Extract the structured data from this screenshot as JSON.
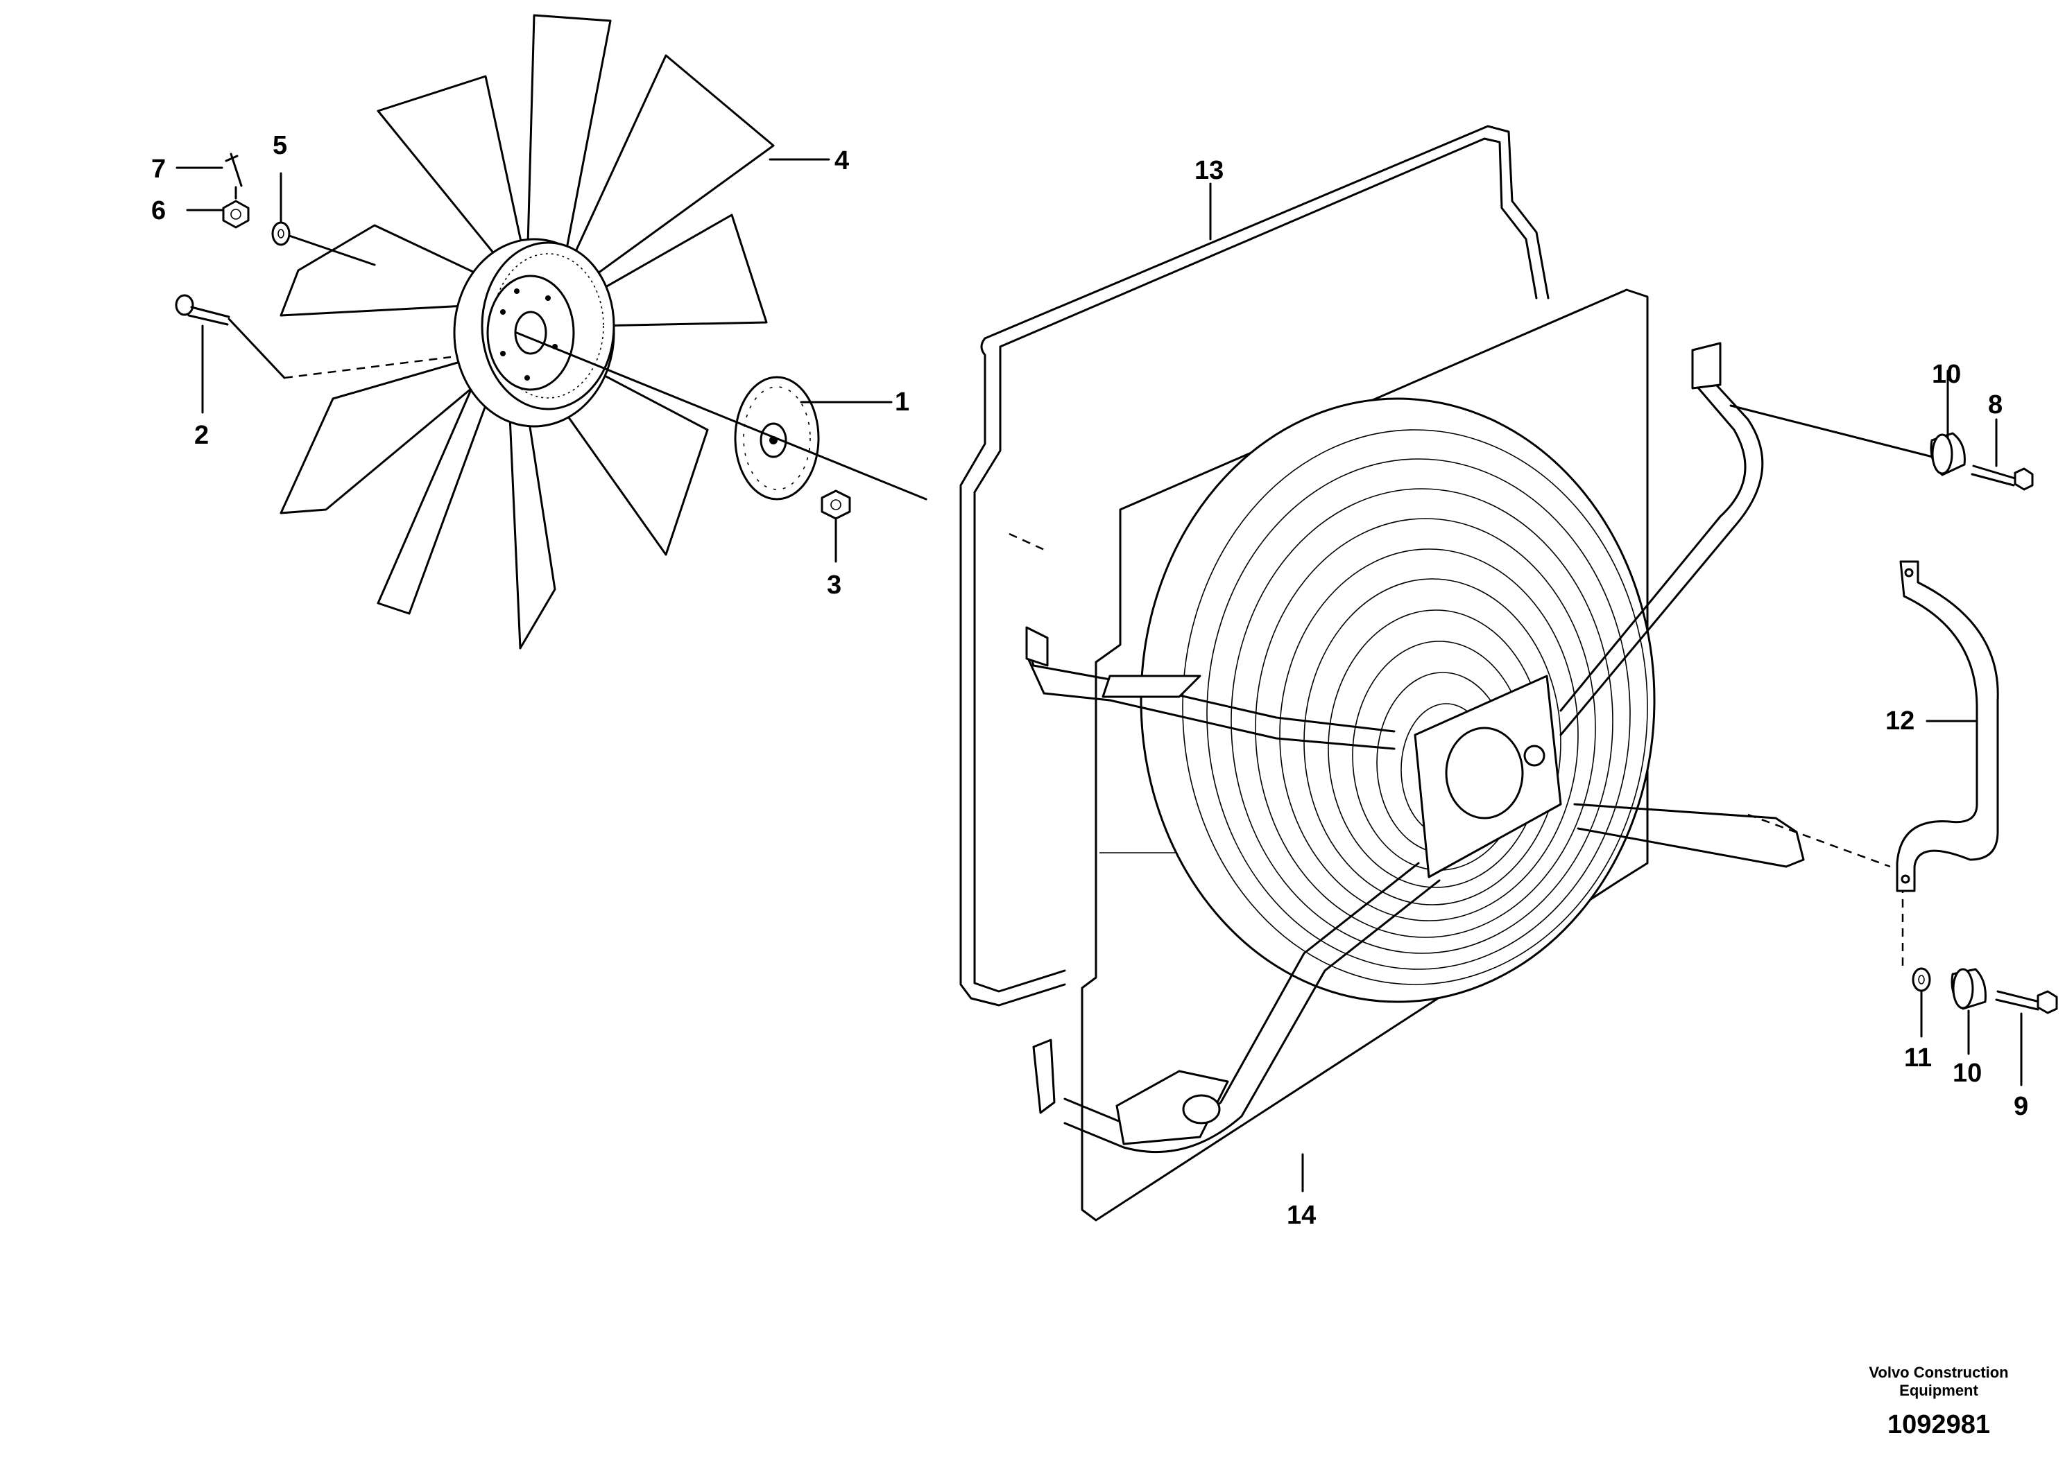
{
  "callouts": {
    "c1": "1",
    "c2": "2",
    "c3": "3",
    "c4": "4",
    "c5": "5",
    "c6": "6",
    "c7": "7",
    "c8": "8",
    "c9": "9",
    "c10a": "10",
    "c10b": "10",
    "c11": "11",
    "c12": "12",
    "c13": "13",
    "c14": "14"
  },
  "footer": {
    "brand_line1": "Volvo Construction",
    "brand_line2": "Equipment",
    "drawing_number": "1092981"
  }
}
